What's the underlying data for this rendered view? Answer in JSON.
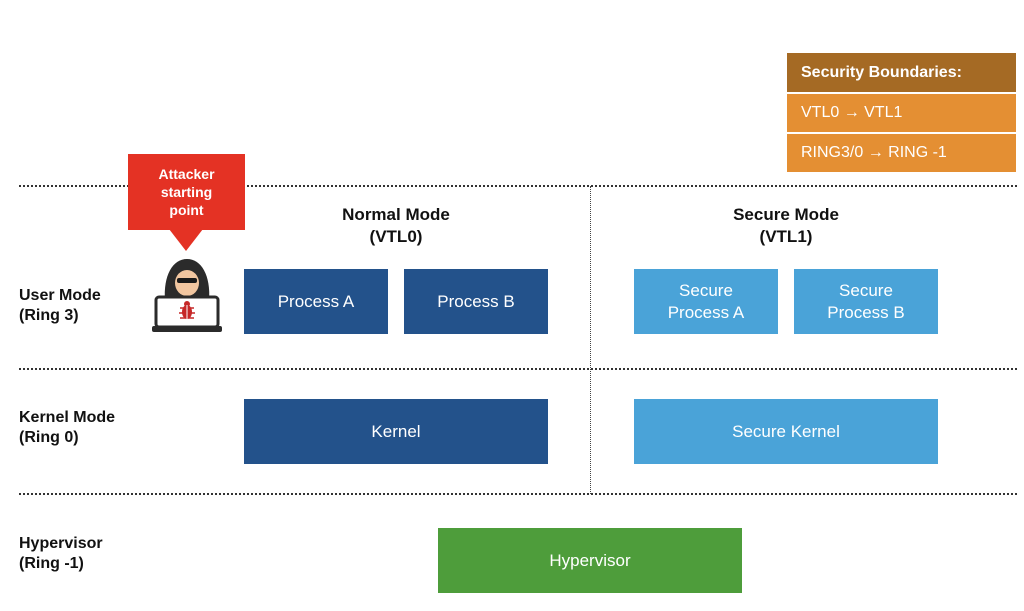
{
  "legend": {
    "title": "Security Boundaries:",
    "rows": [
      "VTL0 → VTL1",
      "RING3/0 → RING -1"
    ]
  },
  "attacker": {
    "label_lines": [
      "Attacker",
      "starting",
      "point"
    ],
    "icon": "hacker-laptop-icon"
  },
  "columns": {
    "normal": {
      "line1": "Normal Mode",
      "line2": "(VTL0)"
    },
    "secure": {
      "line1": "Secure Mode",
      "line2": "(VTL1)"
    }
  },
  "rows": {
    "user": {
      "line1": "User Mode",
      "line2": "(Ring 3)"
    },
    "kernel": {
      "line1": "Kernel Mode",
      "line2": "(Ring 0)"
    },
    "hypervisor": {
      "line1": "Hypervisor",
      "line2": "(Ring -1)"
    }
  },
  "boxes": {
    "process_a": "Process A",
    "process_b": "Process B",
    "secure_process_a": {
      "line1": "Secure",
      "line2": "Process A"
    },
    "secure_process_b": {
      "line1": "Secure",
      "line2": "Process B"
    },
    "kernel": "Kernel",
    "secure_kernel": "Secure Kernel",
    "hypervisor": "Hypervisor"
  },
  "colors": {
    "normal_box": "#23528b",
    "secure_box": "#4aa3d8",
    "hypervisor_box": "#4e9d3b",
    "legend_header": "#a56a24",
    "legend_row": "#e48f33",
    "attacker_callout": "#e43224"
  }
}
